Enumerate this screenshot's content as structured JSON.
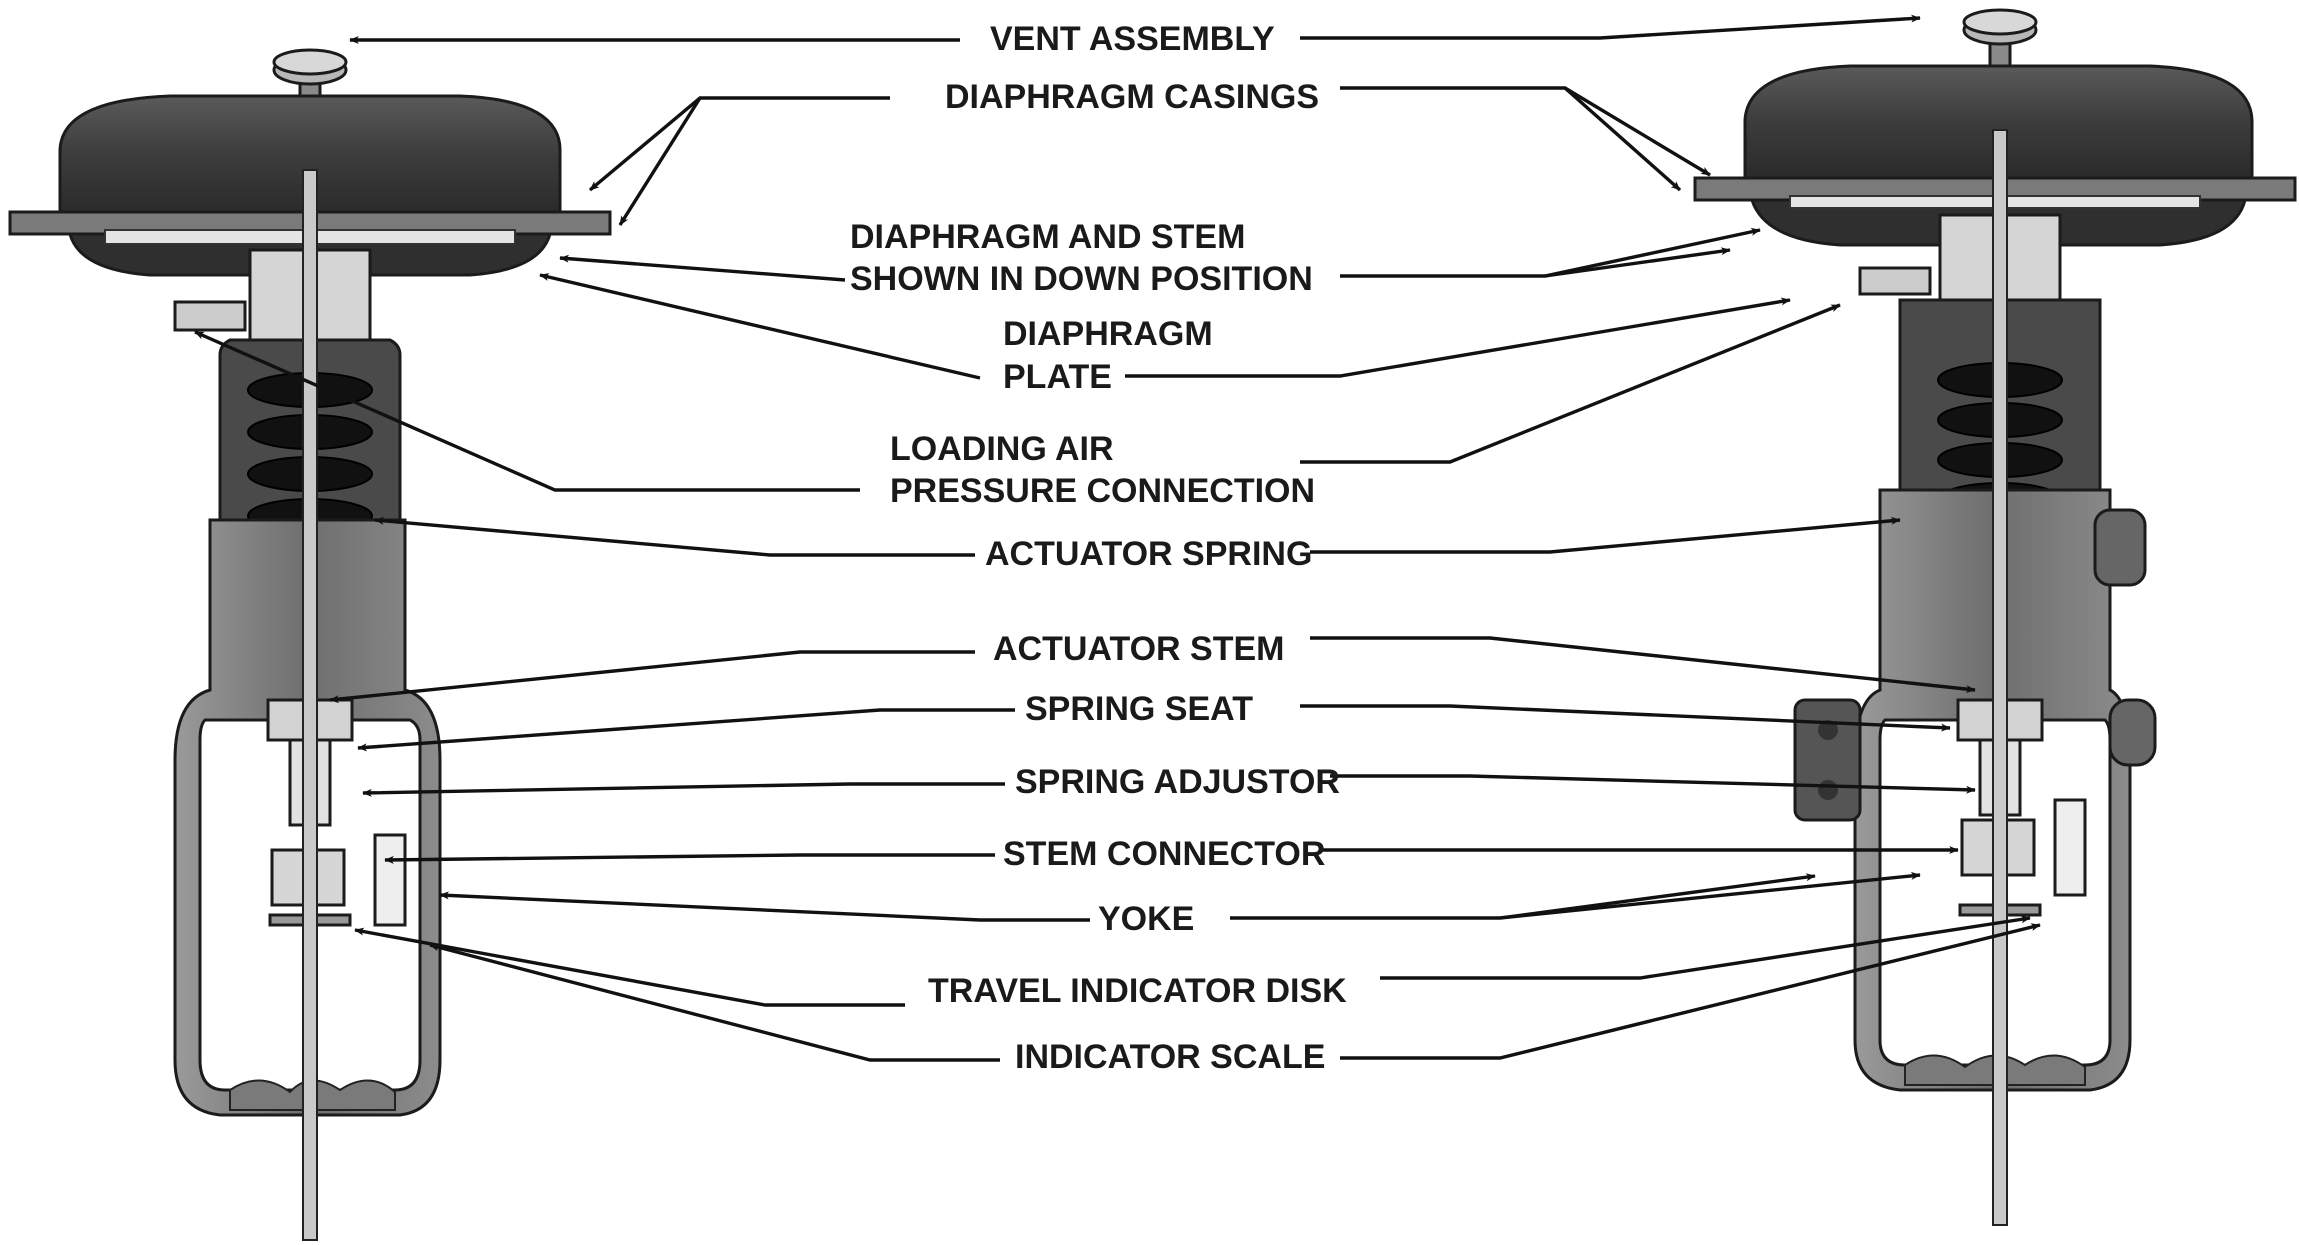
{
  "labels": {
    "vent_assembly": "VENT ASSEMBLY",
    "diaphragm_casings": "DIAPHRAGM CASINGS",
    "diaphragm_and_stem_1": "DIAPHRAGM AND STEM",
    "diaphragm_and_stem_2": "SHOWN IN DOWN POSITION",
    "diaphragm_plate_1": "DIAPHRAGM",
    "diaphragm_plate_2": "PLATE",
    "loading_air_1": "LOADING AIR",
    "loading_air_2": "PRESSURE CONNECTION",
    "actuator_spring": "ACTUATOR SPRING",
    "actuator_stem": "ACTUATOR STEM",
    "spring_seat": "SPRING SEAT",
    "spring_adjustor": "SPRING ADJUSTOR",
    "stem_connector": "STEM CONNECTOR",
    "yoke": "YOKE",
    "travel_indicator_disk": "TRAVEL INDICATOR DISK",
    "indicator_scale": "INDICATOR SCALE"
  }
}
